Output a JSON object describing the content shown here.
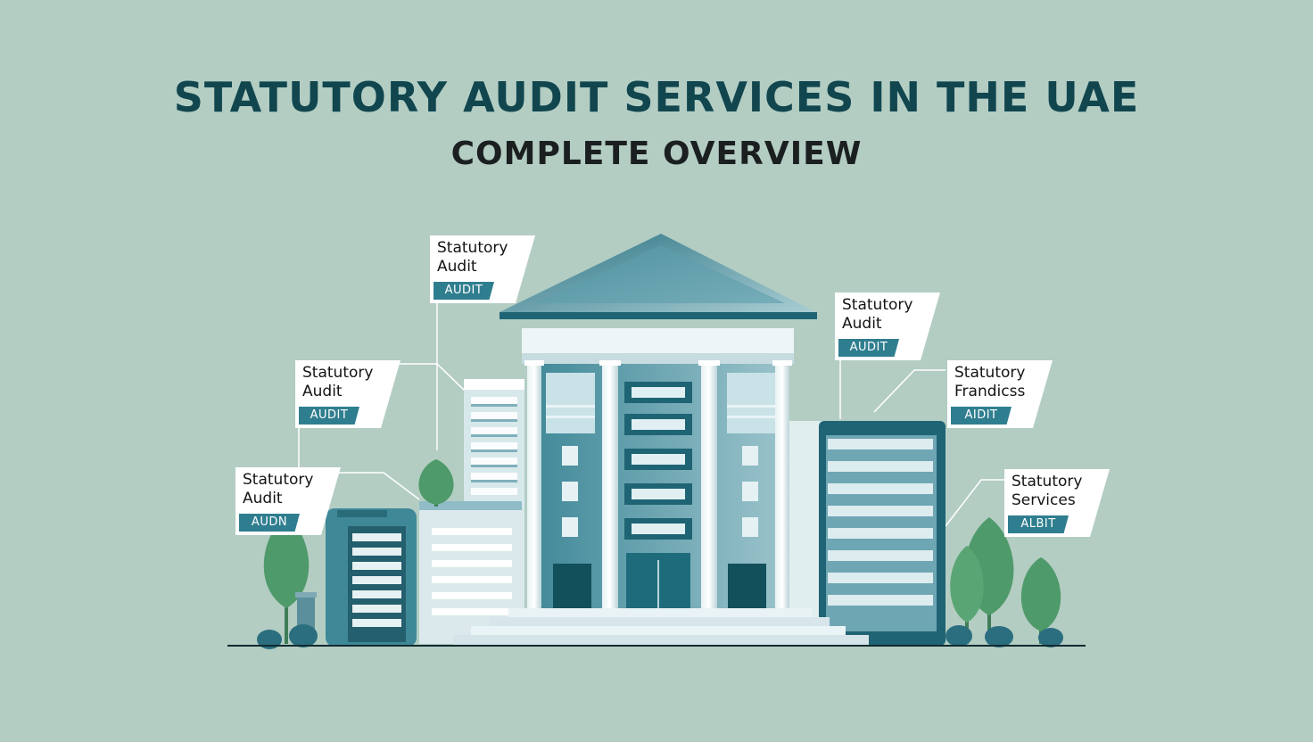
{
  "header": {
    "title": "STATUTORY AUDIT SERVICES IN THE UAE",
    "subtitle": "COMPLETE OVERVIEW"
  },
  "callouts": [
    {
      "line1": "Statutory",
      "line2": "Audit",
      "tag": "AUDIT"
    },
    {
      "line1": "Statutory",
      "line2": "Audit",
      "tag": "AUDIT"
    },
    {
      "line1": "Statutory",
      "line2": "Audit",
      "tag": "AUDN"
    },
    {
      "line1": "Statutory",
      "line2": "Audit",
      "tag": "AUDIT"
    },
    {
      "line1": "Statutory",
      "line2": "Frandicss",
      "tag": "AIDIT"
    },
    {
      "line1": "Statutory",
      "line2": "Services",
      "tag": "ALBIT"
    }
  ],
  "colors": {
    "background": "#b3cdc3",
    "title": "#11464f",
    "teal_dark": "#1f6f7f",
    "teal_mid": "#4f95a3",
    "teal_light": "#cfe3e6",
    "tree_green": "#4f9a6a",
    "tag_bg": "#2f7e8f"
  },
  "icons": [
    "courthouse-icon",
    "office-building-icon",
    "tree-icon",
    "bush-icon",
    "trash-bin-icon"
  ]
}
